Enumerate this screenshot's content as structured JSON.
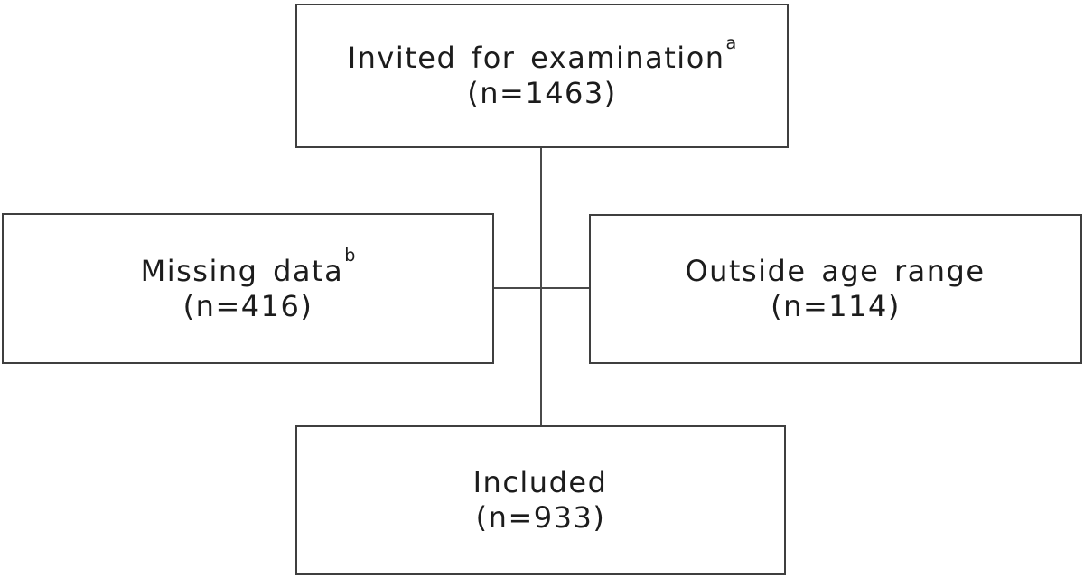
{
  "figure": {
    "type": "participant-flow-diagram",
    "boxes": {
      "invited": {
        "label": "Invited for examination",
        "footnote_marker": "a",
        "count": "(n=1463)",
        "n": 1463
      },
      "missing": {
        "label": "Missing data",
        "footnote_marker": "b",
        "count": "(n=416)",
        "n": 416
      },
      "outside": {
        "label": "Outside age range",
        "footnote_marker": "",
        "count": "(n=114)",
        "n": 114
      },
      "included": {
        "label": "Included",
        "footnote_marker": "",
        "count": "(n=933)",
        "n": 933
      }
    },
    "connections": [
      "invited -> included (vertical line)",
      "missing -> vertical line (horizontal branch)",
      "outside -> vertical line (horizontal branch)"
    ],
    "colors": {
      "box-border": "#3f3f3f",
      "connector": "#4a4a4a",
      "text": "#1c1c1c",
      "background": "#ffffff"
    }
  }
}
